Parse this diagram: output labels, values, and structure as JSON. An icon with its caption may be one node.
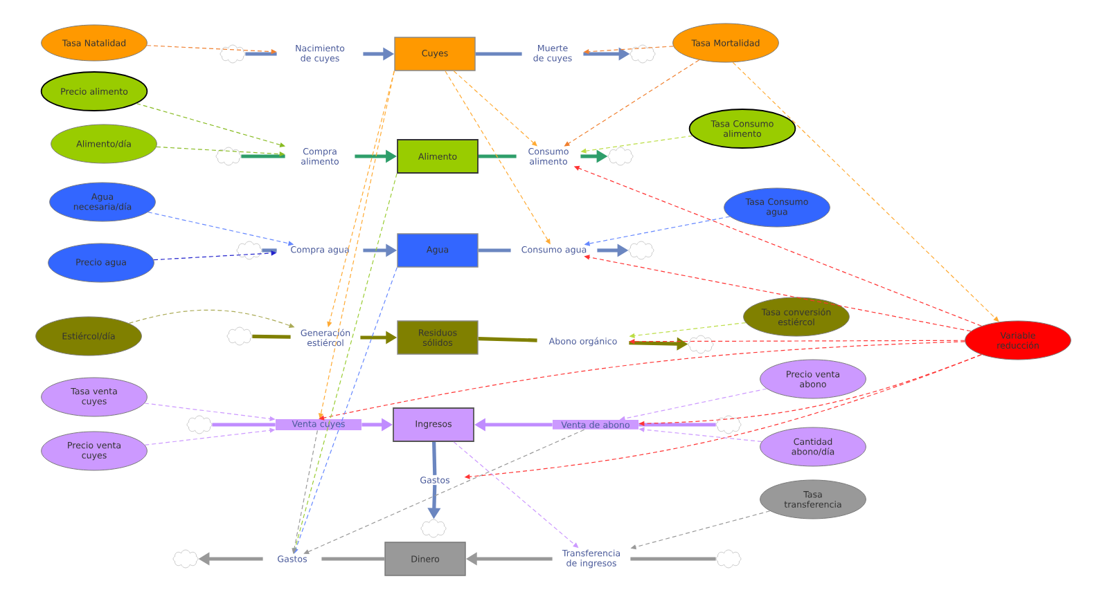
{
  "diagram": {
    "nodes": [
      {
        "text": [
          "Tasa Natalidad"
        ]
      },
      {
        "text": [
          "Precio alimento"
        ]
      },
      {
        "text": [
          "Alimento/día"
        ]
      },
      {
        "text": [
          "Agua necesaria/día"
        ]
      },
      {
        "text": [
          "Precio agua"
        ]
      },
      {
        "text": [
          "Estiércol/día"
        ]
      },
      {
        "text": [
          "Tasa venta cuyes"
        ]
      },
      {
        "text": [
          "Precio venta cuyes"
        ]
      },
      {
        "text": [
          "Cuyes"
        ]
      },
      {
        "text": [
          "Alimento"
        ]
      },
      {
        "text": [
          "Agua"
        ]
      },
      {
        "text": [
          "Residuos sólidos"
        ]
      },
      {
        "text": [
          "Ingresos"
        ]
      },
      {
        "text": [
          "Dinero"
        ]
      },
      {
        "text": [
          "Tasa Mortalidad"
        ]
      },
      {
        "text": [
          "Tasa Consumo alimento"
        ]
      },
      {
        "text": [
          "Tasa Consumo agua"
        ]
      },
      {
        "text": [
          "Tasa conversión estiércol"
        ]
      },
      {
        "text": [
          "Variable reducción"
        ]
      },
      {
        "text": [
          "Precio venta abono"
        ]
      },
      {
        "text": [
          "Cantidad abono/día"
        ]
      },
      {
        "text": [
          "Tasa transferencia"
        ]
      },
      {
        "text": [
          "Nacimiento de cuyes"
        ]
      },
      {
        "text": [
          "Muerte de cuyes"
        ]
      },
      {
        "text": [
          "Compra alimento"
        ]
      },
      {
        "text": [
          "Consumo alimento"
        ]
      },
      {
        "text": [
          "Compra agua"
        ]
      },
      {
        "text": [
          "Consumo agua"
        ]
      },
      {
        "text": [
          "Generación estiércol"
        ]
      },
      {
        "text": [
          "Abono orgánico"
        ]
      },
      {
        "text": [
          "Venta cuyes"
        ]
      },
      {
        "text": [
          "Venta de abono"
        ]
      },
      {
        "text": [
          "Gastos"
        ]
      },
      {
        "text": [
          "Gastos"
        ]
      },
      {
        "text": [
          "Transferencia de ingresos"
        ]
      },
      {
        "text": [],
        "shape": "cloud"
      },
      {
        "text": [],
        "shape": "cloud"
      },
      {
        "text": [],
        "shape": "cloud"
      },
      {
        "text": [],
        "shape": "cloud"
      },
      {
        "text": [],
        "shape": "cloud"
      },
      {
        "text": [],
        "shape": "cloud"
      },
      {
        "text": [],
        "shape": "cloud"
      },
      {
        "text": [],
        "shape": "cloud"
      },
      {
        "text": [],
        "shape": "cloud"
      },
      {
        "text": [],
        "shape": "cloud"
      },
      {
        "text": [],
        "shape": "cloud"
      },
      {
        "text": [],
        "shape": "cloud"
      },
      {
        "text": [],
        "shape": "cloud"
      }
    ],
    "edges": [
      {
        "from": 35,
        "to": 22,
        "arrow": "none",
        "style": "thick",
        "color": "#6b86c0"
      },
      {
        "from": 22,
        "to": 8,
        "arrow": "to",
        "style": "thick",
        "color": "#6b86c0"
      },
      {
        "from": 8,
        "to": 23,
        "arrow": "none",
        "style": "thick",
        "color": "#6b86c0"
      },
      {
        "from": 23,
        "to": 36,
        "arrow": "to",
        "style": "thick",
        "color": "#6b86c0"
      },
      {
        "from": 37,
        "to": 24,
        "arrow": "none",
        "style": "thick",
        "color": "#2e9e6a"
      },
      {
        "from": 24,
        "to": 9,
        "arrow": "to",
        "style": "thick",
        "color": "#2e9e6a"
      },
      {
        "from": 9,
        "to": 25,
        "arrow": "none",
        "style": "thick",
        "color": "#2e9e6a"
      },
      {
        "from": 25,
        "to": 38,
        "arrow": "to",
        "style": "thick",
        "color": "#2e9e6a"
      },
      {
        "from": 39,
        "to": 26,
        "arrow": "none",
        "style": "thick",
        "color": "#6b86c0"
      },
      {
        "from": 26,
        "to": 10,
        "arrow": "to",
        "style": "thick",
        "color": "#6b86c0"
      },
      {
        "from": 10,
        "to": 27,
        "arrow": "none",
        "style": "thick",
        "color": "#6b86c0"
      },
      {
        "from": 27,
        "to": 40,
        "arrow": "to",
        "style": "thick",
        "color": "#6b86c0"
      },
      {
        "from": 41,
        "to": 28,
        "arrow": "none",
        "style": "thick",
        "color": "#808000"
      },
      {
        "from": 28,
        "to": 11,
        "arrow": "to",
        "style": "thick",
        "color": "#808000"
      },
      {
        "from": 11,
        "to": 29,
        "arrow": "none",
        "style": "thick",
        "color": "#808000"
      },
      {
        "from": 29,
        "to": 42,
        "arrow": "to",
        "style": "thick",
        "color": "#808000"
      },
      {
        "from": 43,
        "to": 30,
        "arrow": "none",
        "style": "thick",
        "color": "#c08cff"
      },
      {
        "from": 30,
        "to": 12,
        "arrow": "to",
        "style": "thick",
        "color": "#c08cff"
      },
      {
        "from": 44,
        "to": 31,
        "arrow": "none",
        "style": "thick",
        "color": "#c08cff"
      },
      {
        "from": 31,
        "to": 12,
        "arrow": "to",
        "style": "thick",
        "color": "#c08cff"
      },
      {
        "from": 12,
        "to": 32,
        "arrow": "none",
        "style": "thick",
        "color": "#6b86c0"
      },
      {
        "from": 32,
        "to": 45,
        "arrow": "to",
        "style": "thick",
        "color": "#6b86c0"
      },
      {
        "from": 13,
        "to": 33,
        "arrow": "none",
        "style": "thick",
        "color": "#999999"
      },
      {
        "from": 33,
        "to": 46,
        "arrow": "to",
        "style": "thick",
        "color": "#999999"
      },
      {
        "from": 47,
        "to": 34,
        "arrow": "none",
        "style": "thick",
        "color": "#999999"
      },
      {
        "from": 34,
        "to": 13,
        "arrow": "to",
        "style": "thick",
        "color": "#999999"
      },
      {
        "from": 0,
        "to": 22,
        "arrow": "to",
        "style": "dashed",
        "color": "#f08030"
      },
      {
        "from": 14,
        "to": 23,
        "arrow": "to",
        "style": "dashed",
        "color": "#f08030"
      },
      {
        "from": 1,
        "to": 24,
        "arrow": "to",
        "style": "dashed",
        "color": "#88bb22"
      },
      {
        "from": 2,
        "to": 24,
        "arrow": "to",
        "style": "dashed",
        "color": "#88bb22"
      },
      {
        "from": 15,
        "to": 25,
        "arrow": "to",
        "style": "dashed",
        "color": "#bbdd44"
      },
      {
        "from": 14,
        "to": 25,
        "arrow": "to",
        "style": "dashed",
        "color": "#f08030"
      },
      {
        "from": 8,
        "to": 25,
        "arrow": "to",
        "style": "dashed",
        "color": "#ffaa33"
      },
      {
        "from": 8,
        "to": 27,
        "arrow": "to",
        "style": "dashed",
        "color": "#ffaa33"
      },
      {
        "from": 8,
        "to": 28,
        "arrow": "to",
        "style": "dashed",
        "color": "#ffaa33"
      },
      {
        "from": 8,
        "to": 30,
        "arrow": "to",
        "style": "dashed",
        "color": "#ffaa33"
      },
      {
        "from": 14,
        "to": 18,
        "arrow": "to",
        "style": "dashed",
        "color": "#ffaa33"
      },
      {
        "from": 3,
        "to": 26,
        "arrow": "to",
        "style": "dashed",
        "color": "#6688ff"
      },
      {
        "from": 4,
        "to": 26,
        "arrow": "to",
        "style": "dashed",
        "color": "#2222cc"
      },
      {
        "from": 16,
        "to": 27,
        "arrow": "to",
        "style": "dashed",
        "color": "#6688ff"
      },
      {
        "from": 5,
        "to": 28,
        "arrow": "to",
        "style": "dashed",
        "color": "#aaaa55"
      },
      {
        "from": 17,
        "to": 29,
        "arrow": "to",
        "style": "dashed",
        "color": "#bbdd44"
      },
      {
        "from": 18,
        "to": 25,
        "arrow": "to",
        "style": "dashed",
        "color": "#ff3333"
      },
      {
        "from": 18,
        "to": 27,
        "arrow": "to",
        "style": "dashed",
        "color": "#ff3333"
      },
      {
        "from": 18,
        "to": 29,
        "arrow": "to",
        "style": "dashed",
        "color": "#ff3333"
      },
      {
        "from": 18,
        "to": 30,
        "arrow": "to",
        "style": "dashed",
        "color": "#ff3333"
      },
      {
        "from": 18,
        "to": 31,
        "arrow": "to",
        "style": "dashed",
        "color": "#ff3333"
      },
      {
        "from": 18,
        "to": 32,
        "arrow": "to",
        "style": "dashed",
        "color": "#ff3333"
      },
      {
        "from": 6,
        "to": 30,
        "arrow": "to",
        "style": "dashed",
        "color": "#cc99ff"
      },
      {
        "from": 7,
        "to": 30,
        "arrow": "to",
        "style": "dashed",
        "color": "#cc99ff"
      },
      {
        "from": 19,
        "to": 31,
        "arrow": "to",
        "style": "dashed",
        "color": "#cc99ff"
      },
      {
        "from": 20,
        "to": 31,
        "arrow": "to",
        "style": "dashed",
        "color": "#cc99ff"
      },
      {
        "from": 9,
        "to": 33,
        "arrow": "to",
        "style": "dashed",
        "color": "#99cc33"
      },
      {
        "from": 10,
        "to": 33,
        "arrow": "to",
        "style": "dashed",
        "color": "#6688ff"
      },
      {
        "from": 30,
        "to": 33,
        "arrow": "to",
        "style": "dashed",
        "color": "#999999"
      },
      {
        "from": 31,
        "to": 33,
        "arrow": "to",
        "style": "dashed",
        "color": "#999999"
      },
      {
        "from": 12,
        "to": 34,
        "arrow": "to",
        "style": "dashed",
        "color": "#cc99ff"
      },
      {
        "from": 21,
        "to": 34,
        "arrow": "to",
        "style": "dashed",
        "color": "#999999"
      }
    ]
  }
}
